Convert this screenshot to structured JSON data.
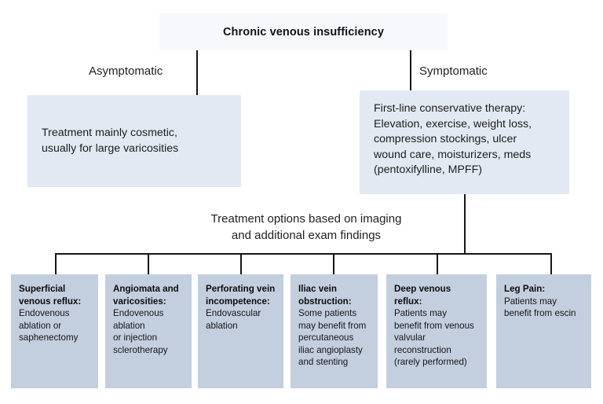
{
  "diagram": {
    "root": {
      "label": "Chronic venous insufficiency"
    },
    "branches": {
      "left_label": "Asymptomatic",
      "right_label": "Symptomatic"
    },
    "level2": [
      {
        "name": "asymptomatic-treatment",
        "text": "Treatment mainly cosmetic,\nusually for large varicosities"
      },
      {
        "name": "symptomatic-treatment",
        "text": "First-line conservative therapy:\nElevation, exercise, weight loss,\ncompression stockings, ulcer\nwound care, moisturizers, meds\n(pentoxifylline, MPFF)"
      }
    ],
    "mid_caption": "Treatment options based on imaging\nand additional exam findings",
    "leaves": [
      {
        "title": "Superficial\nvenous reflux:",
        "body": "Endovenous\nablation or\nsaphenectomy"
      },
      {
        "title": "Angiomata and\nvaricosities:",
        "body": "Endovenous\nablation\nor injection\nsclerotherapy"
      },
      {
        "title": "Perforating vein\nincompetence:",
        "body": "Endovascular\nablation"
      },
      {
        "title": "Iliac vein\nobstruction:",
        "body": "Some patients\nmay benefit from\npercutaneous\niliac angioplasty\nand stenting"
      },
      {
        "title": "Deep venous\nreflux:",
        "body": "Patients may\nbenefit from venous\nvalvular\nreconstruction\n(rarely performed)"
      },
      {
        "title": "Leg Pain:",
        "body": "Patients may\nbenefit from escin"
      }
    ],
    "colors": {
      "root_box": "#f6f8fc",
      "level2_box": "#e3e9f2",
      "leaf_box": "#c3cede",
      "line": "#161616",
      "text": "#1b1b1b",
      "background": "#ffffff"
    }
  }
}
